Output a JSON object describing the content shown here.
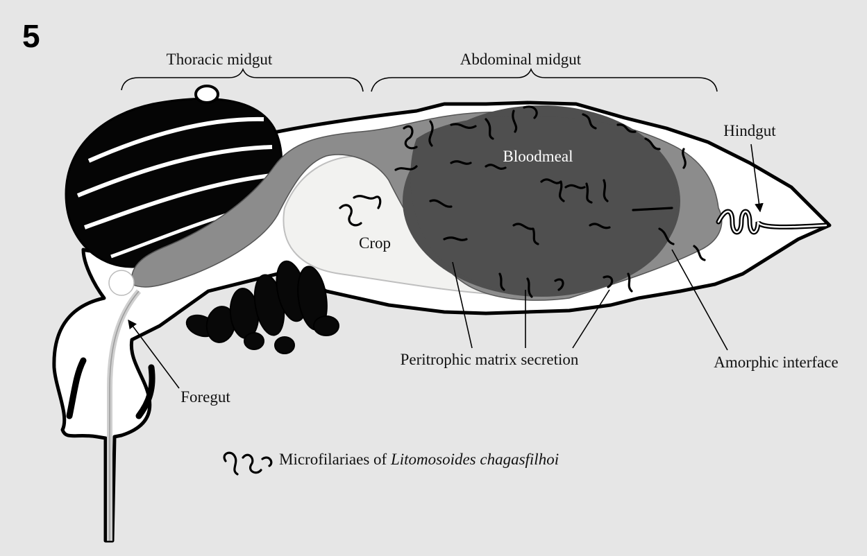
{
  "panel_number": "5",
  "labels": {
    "thoracic_midgut": "Thoracic midgut",
    "abdominal_midgut": "Abdominal midgut",
    "hindgut": "Hindgut",
    "bloodmeal": "Bloodmeal",
    "crop": "Crop",
    "foregut": "Foregut",
    "peritrophic_matrix": "Peritrophic matrix secretion",
    "amorphic_interface": "Amorphic interface"
  },
  "legend": {
    "text_prefix": "Microfilariaes of ",
    "species": "Litomosoides chagasfilhoi"
  },
  "colors": {
    "background": "#e6e6e6",
    "outline": "#000000",
    "midgut_wall": "#8c8c8c",
    "bloodmeal": "#4f4f4f",
    "crop": "#f2f2f0",
    "body_cavity": "#ffffff"
  }
}
